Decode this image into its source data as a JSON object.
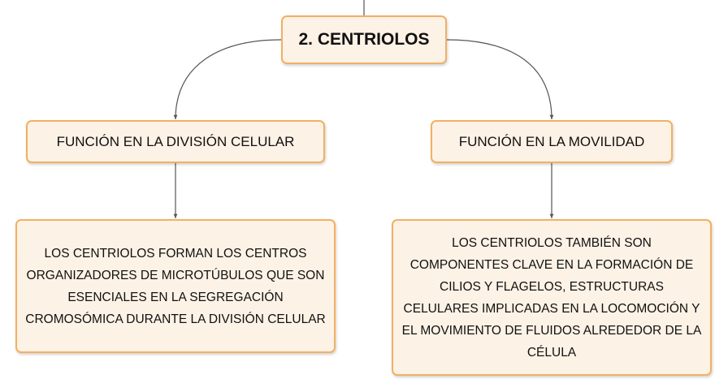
{
  "root": {
    "label": "2. CENTRIOLOS"
  },
  "branches": [
    {
      "label": "FUNCIÓN EN LA DIVISIÓN CELULAR",
      "detail": "LOS CENTRIOLOS FORMAN LOS CENTROS ORGANIZADORES DE MICROTÚBULOS QUE SON ESENCIALES EN LA SEGREGACIÓN CROMOSÓMICA DURANTE LA DIVISIÓN CELULAR"
    },
    {
      "label": "FUNCIÓN EN LA MOVILIDAD",
      "detail": "LOS CENTRIOLOS TAMBIÉN SON COMPONENTES CLAVE EN LA FORMACIÓN DE CILIOS Y FLAGELOS, ESTRUCTURAS CELULARES IMPLICADAS EN LA LOCOMOCIÓN Y EL MOVIMIENTO DE FLUIDOS ALREDEDOR DE LA CÉLULA"
    }
  ],
  "colors": {
    "node_fill": "#fdf2e6",
    "node_border": "#f2b062",
    "connector": "#555555",
    "text": "#111111"
  }
}
